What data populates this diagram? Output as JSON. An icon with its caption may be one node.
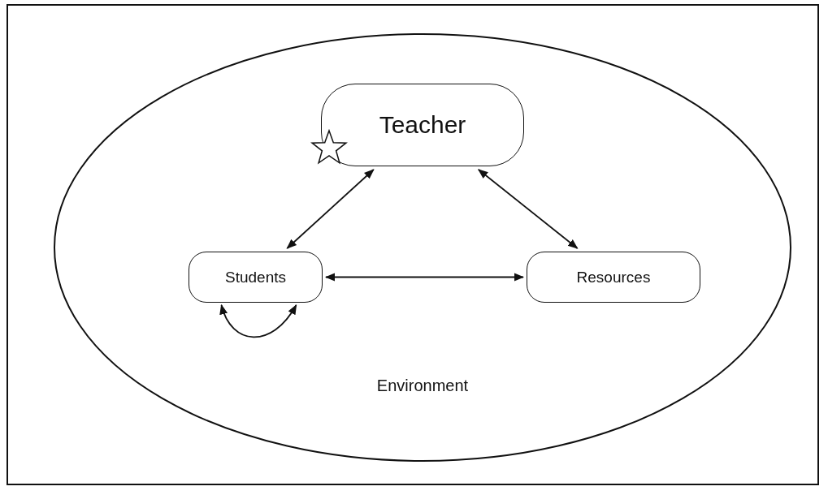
{
  "diagram": {
    "nodes": [
      {
        "text": [
          "Environment"
        ]
      },
      {
        "text": [
          "Teacher"
        ],
        "in": 0
      },
      {
        "text": [
          "Students"
        ],
        "in": 0
      },
      {
        "text": [
          "Resources"
        ],
        "in": 0
      }
    ],
    "edges": [
      {
        "from": 1,
        "to": 2,
        "arrow": "both"
      },
      {
        "from": 1,
        "to": 3,
        "arrow": "both"
      },
      {
        "from": 2,
        "to": 3,
        "arrow": "both"
      },
      {
        "from": 2,
        "to": 2,
        "arrow": "both"
      }
    ]
  }
}
